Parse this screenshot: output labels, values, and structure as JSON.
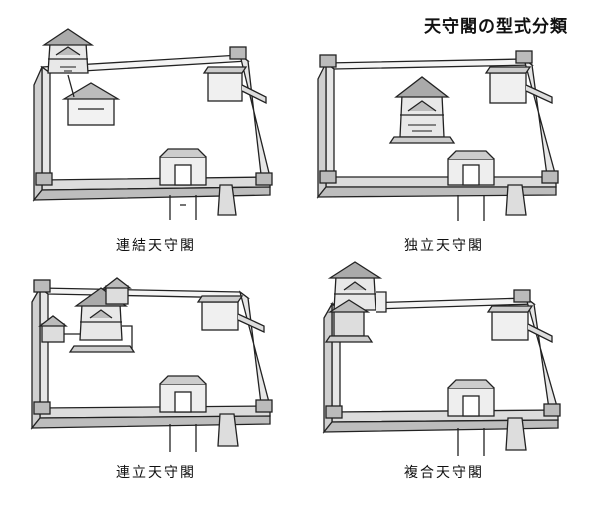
{
  "title": "天守閣の型式分類",
  "panels": [
    {
      "caption": "連結天守閣"
    },
    {
      "caption": "独立天守閣"
    },
    {
      "caption": "連立天守閣"
    },
    {
      "caption": "複合天守閣"
    }
  ]
}
